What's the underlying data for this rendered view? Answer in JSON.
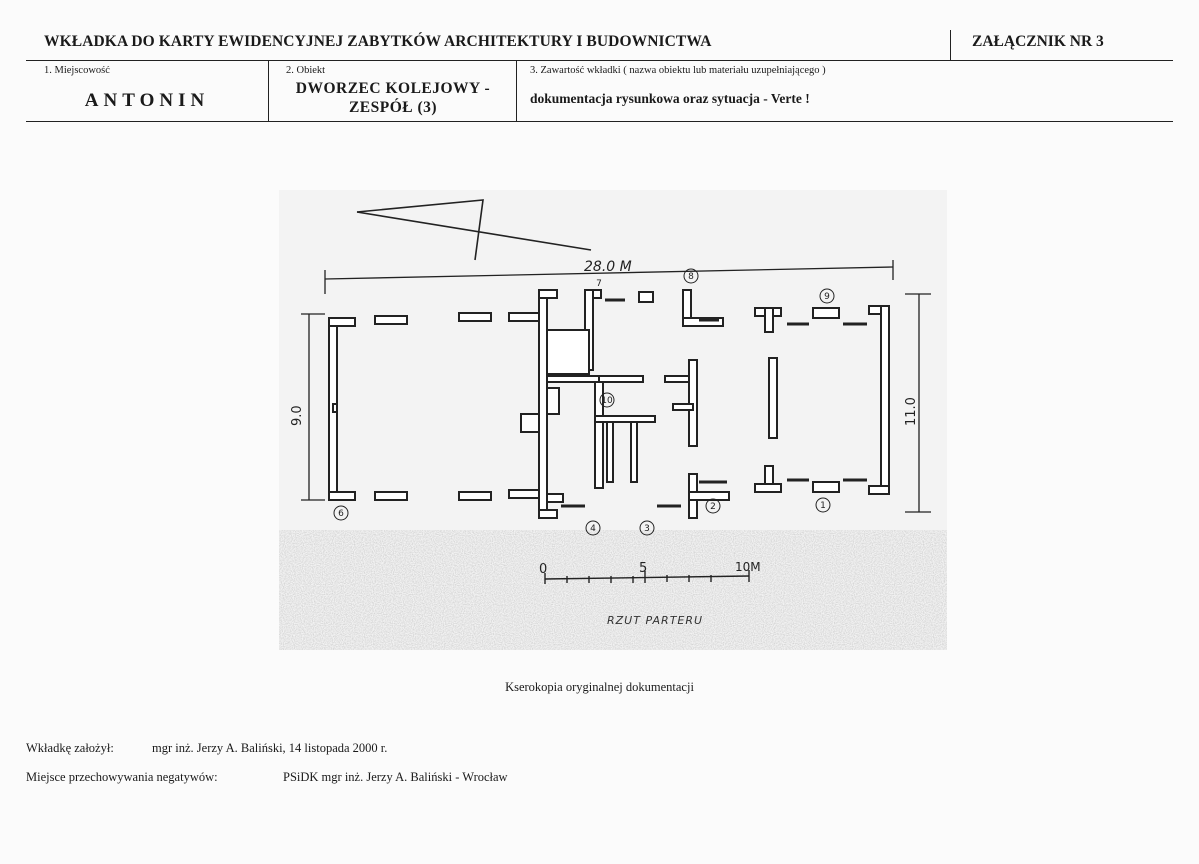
{
  "header": {
    "title": "WKŁADKA DO KARTY EWIDENCYJNEJ ZABYTKÓW ARCHITEKTURY I BUDOWNICTWA",
    "annex": "ZAŁĄCZNIK NR 3"
  },
  "fields": {
    "locality_label": "1. Miejscowość",
    "locality_value": "ANTONIN",
    "object_label": "2. Obiekt",
    "object_line1": "DWORZEC KOLEJOWY -",
    "object_line2": "ZESPÓŁ (3)",
    "content_label": "3. Zawartość wkładki ( nazwa obiektu lub materiału uzupełniającego )",
    "content_value": "dokumentacja rysunkowa oraz sytuacja - Verte !"
  },
  "plan": {
    "overall_length": "28.0 M",
    "width_left": "9.0",
    "width_right": "11.0",
    "scale_0": "0",
    "scale_5": "5",
    "scale_10": "10M",
    "title": "RZUT PARTERU",
    "markers": [
      "1",
      "2",
      "3",
      "4",
      "6",
      "7",
      "8",
      "9",
      "10"
    ]
  },
  "caption": "Kserokopia oryginalnej dokumentacji",
  "footer": {
    "author_label": "Wkładkę założył:",
    "author_value": "mgr inż. Jerzy A. Baliński, 14 listopada 2000 r.",
    "storage_label": "Miejsce przechowywania negatywów:",
    "storage_value": "PSiDK mgr inż. Jerzy A. Baliński - Wrocław"
  }
}
